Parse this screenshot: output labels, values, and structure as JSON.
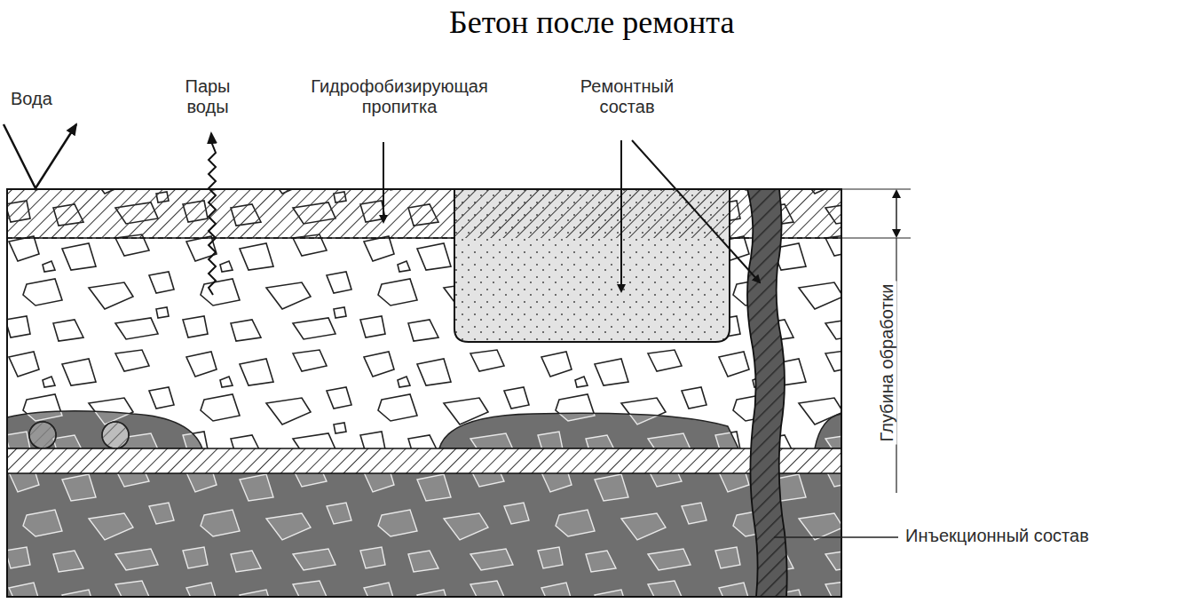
{
  "diagram": {
    "title": "Бетон после ремонта",
    "labels": [
      "Вода",
      "Пары воды",
      "Гидрофобизирующая пропитка",
      "Ремонтный состав",
      "Глубина обработки",
      "Инъекционный состав"
    ]
  }
}
